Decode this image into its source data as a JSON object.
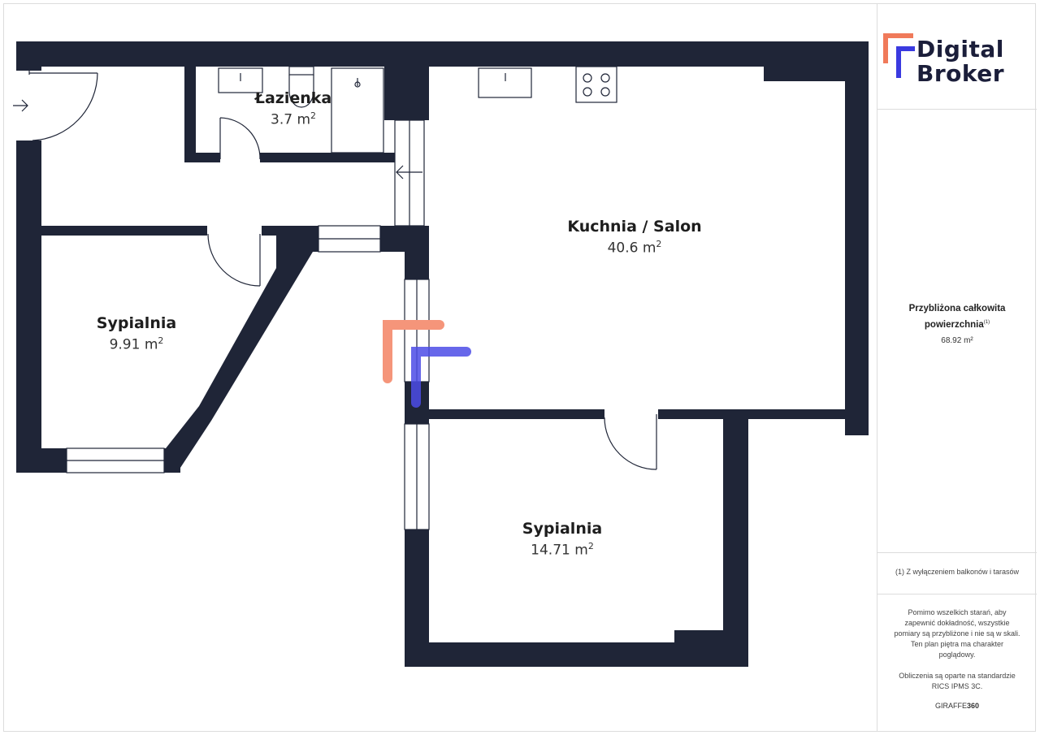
{
  "brand": {
    "line1": "Digital",
    "line2": "Broker",
    "colors": {
      "orange": "#f07a5a",
      "blue": "#3a3ae0",
      "text": "#1b1e3a"
    }
  },
  "rooms": [
    {
      "id": "lazienka",
      "name": "Łazienka",
      "area": "3.7 m",
      "unit_sup": "2"
    },
    {
      "id": "kuchnia",
      "name": "Kuchnia / Salon",
      "area": "40.6 m",
      "unit_sup": "2"
    },
    {
      "id": "sypialnia1",
      "name": "Sypialnia",
      "area": "9.91 m",
      "unit_sup": "2"
    },
    {
      "id": "sypialnia2",
      "name": "Sypialnia",
      "area": "14.71 m",
      "unit_sup": "2"
    }
  ],
  "sidebar": {
    "area_title_line1": "Przybliżona całkowita",
    "area_title_line2": "powierzchnia",
    "area_title_sup": "(1)",
    "area_value": "68.92 m²",
    "note": "(1) Z wyłączeniem balkonów i tarasów",
    "disclaimer": "Pomimo wszelkich starań, aby zapewnić dokładność, wszystkie pomiary są przybliżone i nie są w skali. Ten plan piętra ma charakter poglądowy.",
    "calc_note": "Obliczenia są oparte na standardzie RICS IPMS 3C.",
    "giraffe_plain": "GIRAFFE",
    "giraffe_bold": "360"
  },
  "colors": {
    "wall": "#1f2537",
    "line": "#1f2537",
    "watermark_orange": "#f5957a",
    "watermark_blue": "#4c4ce6"
  }
}
